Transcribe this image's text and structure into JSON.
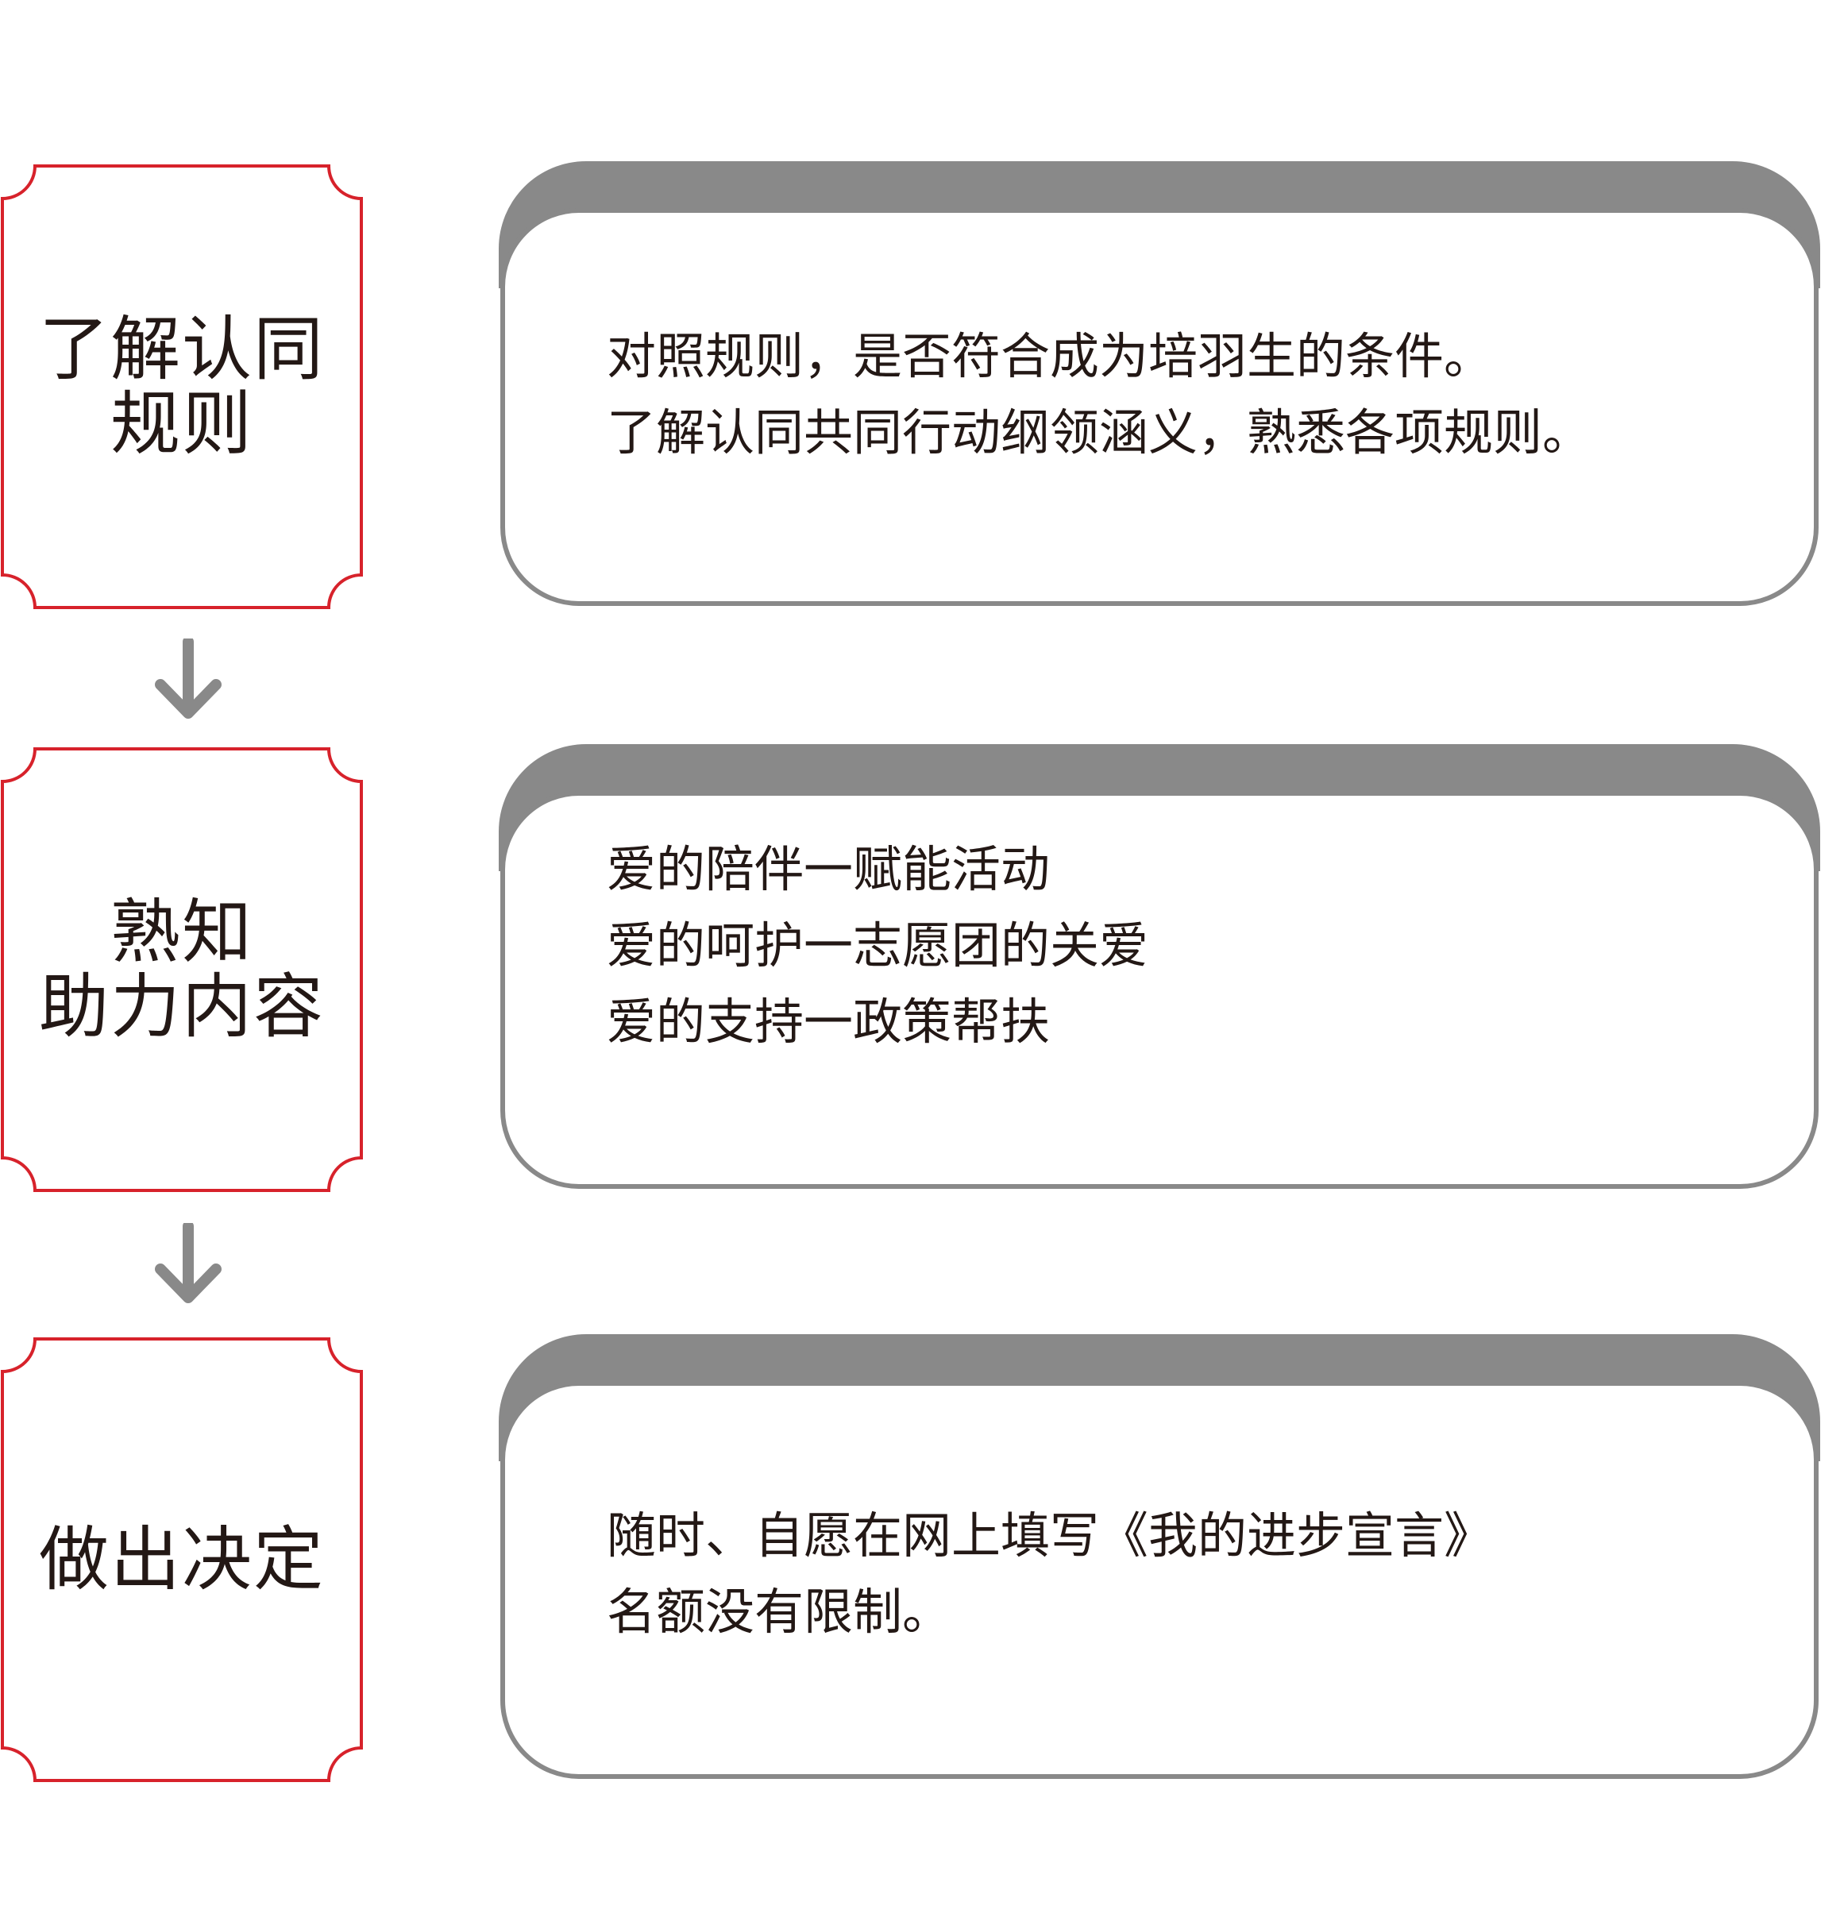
{
  "colors": {
    "label_border": "#d7222b",
    "content_header": "#898989",
    "content_border": "#898989",
    "arrow": "#898989",
    "text": "#231815"
  },
  "steps": [
    {
      "label_lines": [
        "了解认同",
        "规则"
      ],
      "content_lines": [
        "对照规则，是否符合成为培羽生的条件。",
        "了解认同共同行动纲领涵义，熟悉各项规则。"
      ]
    },
    {
      "label_lines": [
        "熟知",
        "助力内容"
      ],
      "content_lines": [
        "爱的陪伴一赋能活动",
        "爱的呵护一志愿团的关爱",
        "爱的支持一政策帮扶"
      ]
    },
    {
      "label_lines": [
        "做出决定"
      ],
      "content_lines": [
        "随时、自愿在网上填写《我的进步宣言》",
        "名额没有限制。"
      ]
    }
  ],
  "arrows": [
    "down-arrow",
    "down-arrow"
  ]
}
